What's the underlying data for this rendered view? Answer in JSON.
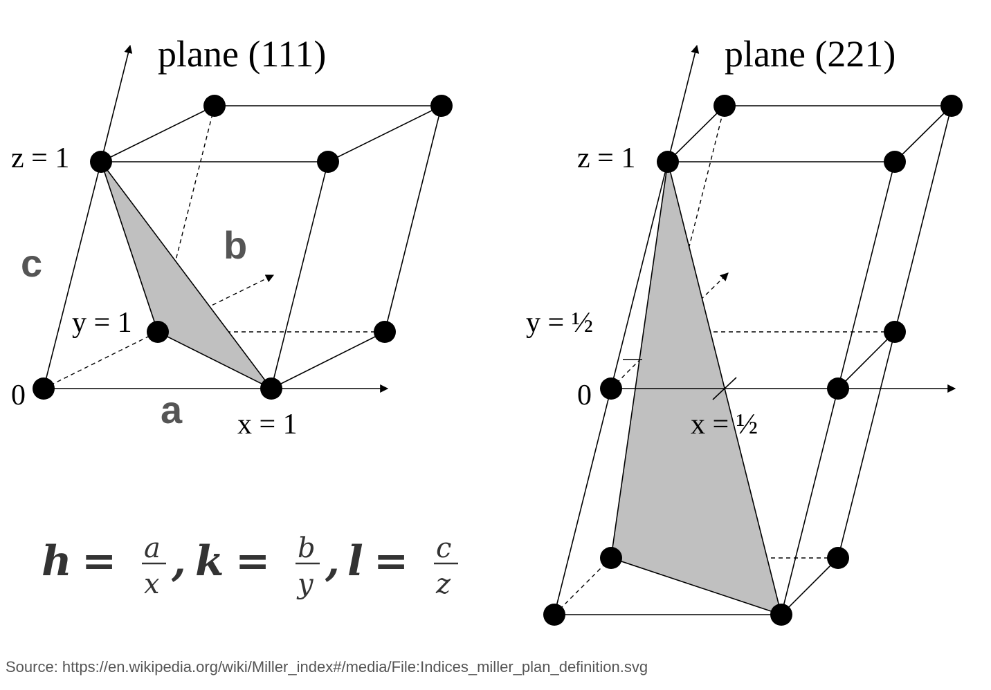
{
  "left": {
    "title": "plane (111)",
    "z_label": "z = 1",
    "y_label": "y = 1",
    "x_label": "x = 1",
    "origin_label": "0",
    "axis_a": "a",
    "axis_b": "b",
    "axis_c": "c"
  },
  "right": {
    "title": "plane (221)",
    "z_label": "z = 1",
    "y_label": "y = ½",
    "x_label": "x = ½",
    "origin_label": "0"
  },
  "formula": {
    "h": "h",
    "k": "k",
    "l": "l",
    "eq": "=",
    "comma": ",",
    "a": "a",
    "x": "x",
    "b": "b",
    "y": "y",
    "c": "c",
    "z": "z"
  },
  "colors": {
    "plane_fill": "#c0c0c0",
    "axis_letters": "#555555"
  },
  "source": "Source: https://en.wikipedia.org/wiki/Miller_index#/media/File:Indices_miller_plan_definition.svg"
}
